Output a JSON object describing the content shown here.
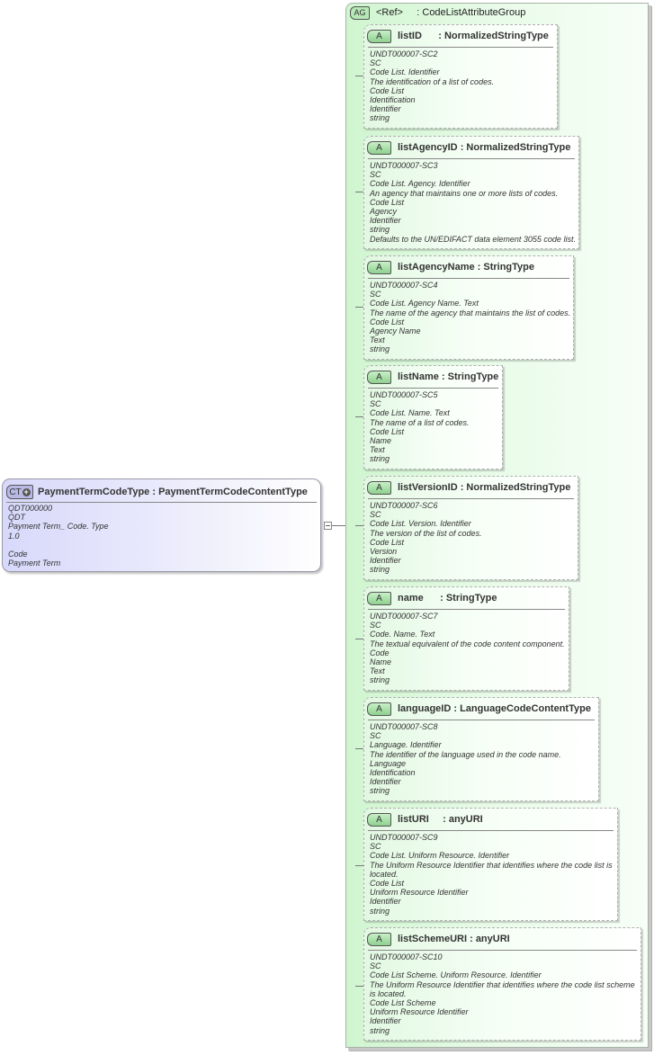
{
  "complex_type": {
    "badge": "CT",
    "name": "PaymentTermCodeType",
    "separator": " : ",
    "type": "PaymentTermCodeContentType",
    "lines": [
      "QDT000000",
      "QDT",
      "Payment Term_ Code. Type",
      "1.0",
      "",
      "Code",
      "Payment Term"
    ]
  },
  "attribute_group": {
    "badge": "AG",
    "ref": "<Ref>",
    "separator": "     : ",
    "type": "CodeListAttributeGroup"
  },
  "attributes": [
    {
      "badge": "A",
      "name": "listID",
      "separator": "      : ",
      "type": "NormalizedStringType",
      "lines": [
        "UNDT000007-SC2",
        "SC",
        "Code List. Identifier",
        "The identification of a list of codes.",
        "Code List",
        "Identification",
        "Identifier",
        "string"
      ]
    },
    {
      "badge": "A",
      "name": "listAgencyID",
      "separator": " : ",
      "type": "NormalizedStringType",
      "lines": [
        "UNDT000007-SC3",
        "SC",
        "Code List. Agency. Identifier",
        "An agency that maintains one or more lists of codes.",
        "Code List",
        "Agency",
        "Identifier",
        "string",
        "Defaults to the UN/EDIFACT data element 3055 code list."
      ]
    },
    {
      "badge": "A",
      "name": "listAgencyName",
      "separator": " : ",
      "type": "StringType",
      "lines": [
        "UNDT000007-SC4",
        "SC",
        "Code List. Agency Name. Text",
        "The name of the agency that maintains the list of codes.",
        "Code List",
        "Agency Name",
        "Text",
        "string"
      ]
    },
    {
      "badge": "A",
      "name": "listName",
      "separator": " : ",
      "type": "StringType",
      "lines": [
        "UNDT000007-SC5",
        "SC",
        "Code List. Name. Text",
        "The name of a list of codes.",
        "Code List",
        "Name",
        "Text",
        "string"
      ]
    },
    {
      "badge": "A",
      "name": "listVersionID",
      "separator": " : ",
      "type": "NormalizedStringType",
      "lines": [
        "UNDT000007-SC6",
        "SC",
        "Code List. Version. Identifier",
        "The version of the list of codes.",
        "Code List",
        "Version",
        "Identifier",
        "string"
      ]
    },
    {
      "badge": "A",
      "name": "name",
      "separator": "      : ",
      "type": "StringType",
      "lines": [
        "UNDT000007-SC7",
        "SC",
        "Code. Name. Text",
        "The textual equivalent of the code content component.",
        "Code",
        "Name",
        "Text",
        "string"
      ]
    },
    {
      "badge": "A",
      "name": "languageID",
      "separator": " : ",
      "type": "LanguageCodeContentType",
      "lines": [
        "UNDT000007-SC8",
        "SC",
        "Language. Identifier",
        "The identifier of the language used in the code name.",
        "Language",
        "Identification",
        "Identifier",
        "string"
      ]
    },
    {
      "badge": "A",
      "name": "listURI",
      "separator": "     : ",
      "type": "anyURI",
      "lines": [
        "UNDT000007-SC9",
        "SC",
        "Code List. Uniform Resource. Identifier",
        "The Uniform Resource Identifier that identifies where the code list is",
        "located.",
        "Code List",
        "Uniform Resource Identifier",
        "Identifier",
        "string"
      ]
    },
    {
      "badge": "A",
      "name": "listSchemeURI",
      "separator": " : ",
      "type": "anyURI",
      "lines": [
        "UNDT000007-SC10",
        "SC",
        "Code List Scheme. Uniform Resource. Identifier",
        "The Uniform Resource Identifier that identifies where the code list scheme",
        "is located.",
        "Code List Scheme",
        "Uniform Resource Identifier",
        "Identifier",
        "string"
      ]
    }
  ]
}
